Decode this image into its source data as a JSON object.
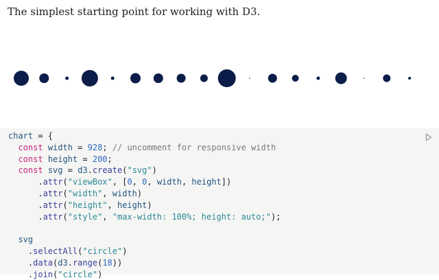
{
  "intro": "The simplest starting point for working with D3.",
  "dots": {
    "count": 18,
    "color": "#0b1d48",
    "radii": [
      11,
      7,
      2.5,
      12,
      2.5,
      7.5,
      7,
      6.5,
      5.5,
      13,
      0.8,
      6.5,
      5,
      2.5,
      8.5,
      0.8,
      5.5,
      2
    ]
  },
  "code": {
    "run_icon": "play-icon",
    "lines": [
      [
        {
          "t": "chart",
          "c": "var"
        },
        {
          "t": " = {",
          "c": ""
        }
      ],
      [
        {
          "t": "  ",
          "c": ""
        },
        {
          "t": "const",
          "c": "kw"
        },
        {
          "t": " ",
          "c": ""
        },
        {
          "t": "width",
          "c": "var"
        },
        {
          "t": " = ",
          "c": ""
        },
        {
          "t": "928",
          "c": "num"
        },
        {
          "t": "; ",
          "c": ""
        },
        {
          "t": "// uncomment for responsive width",
          "c": "cm"
        }
      ],
      [
        {
          "t": "  ",
          "c": ""
        },
        {
          "t": "const",
          "c": "kw"
        },
        {
          "t": " ",
          "c": ""
        },
        {
          "t": "height",
          "c": "var"
        },
        {
          "t": " = ",
          "c": ""
        },
        {
          "t": "200",
          "c": "num"
        },
        {
          "t": ";",
          "c": ""
        }
      ],
      [
        {
          "t": "  ",
          "c": ""
        },
        {
          "t": "const",
          "c": "kw"
        },
        {
          "t": " ",
          "c": ""
        },
        {
          "t": "svg",
          "c": "var"
        },
        {
          "t": " = ",
          "c": ""
        },
        {
          "t": "d3",
          "c": "var"
        },
        {
          "t": ".",
          "c": ""
        },
        {
          "t": "create",
          "c": "fn"
        },
        {
          "t": "(",
          "c": ""
        },
        {
          "t": "\"svg\"",
          "c": "str"
        },
        {
          "t": ")",
          "c": ""
        }
      ],
      [
        {
          "t": "      .",
          "c": ""
        },
        {
          "t": "attr",
          "c": "fn"
        },
        {
          "t": "(",
          "c": ""
        },
        {
          "t": "\"viewBox\"",
          "c": "str"
        },
        {
          "t": ", [",
          "c": ""
        },
        {
          "t": "0",
          "c": "num"
        },
        {
          "t": ", ",
          "c": ""
        },
        {
          "t": "0",
          "c": "num"
        },
        {
          "t": ", ",
          "c": ""
        },
        {
          "t": "width",
          "c": "var"
        },
        {
          "t": ", ",
          "c": ""
        },
        {
          "t": "height",
          "c": "var"
        },
        {
          "t": "])",
          "c": ""
        }
      ],
      [
        {
          "t": "      .",
          "c": ""
        },
        {
          "t": "attr",
          "c": "fn"
        },
        {
          "t": "(",
          "c": ""
        },
        {
          "t": "\"width\"",
          "c": "str"
        },
        {
          "t": ", ",
          "c": ""
        },
        {
          "t": "width",
          "c": "var"
        },
        {
          "t": ")",
          "c": ""
        }
      ],
      [
        {
          "t": "      .",
          "c": ""
        },
        {
          "t": "attr",
          "c": "fn"
        },
        {
          "t": "(",
          "c": ""
        },
        {
          "t": "\"height\"",
          "c": "str"
        },
        {
          "t": ", ",
          "c": ""
        },
        {
          "t": "height",
          "c": "var"
        },
        {
          "t": ")",
          "c": ""
        }
      ],
      [
        {
          "t": "      .",
          "c": ""
        },
        {
          "t": "attr",
          "c": "fn"
        },
        {
          "t": "(",
          "c": ""
        },
        {
          "t": "\"style\"",
          "c": "str"
        },
        {
          "t": ", ",
          "c": ""
        },
        {
          "t": "\"max-width: 100%; height: auto;\"",
          "c": "str"
        },
        {
          "t": ");",
          "c": ""
        }
      ],
      [],
      [
        {
          "t": "  ",
          "c": ""
        },
        {
          "t": "svg",
          "c": "var"
        }
      ],
      [
        {
          "t": "    .",
          "c": ""
        },
        {
          "t": "selectAll",
          "c": "fn"
        },
        {
          "t": "(",
          "c": ""
        },
        {
          "t": "\"circle\"",
          "c": "str"
        },
        {
          "t": ")",
          "c": ""
        }
      ],
      [
        {
          "t": "    .",
          "c": ""
        },
        {
          "t": "data",
          "c": "fn"
        },
        {
          "t": "(",
          "c": ""
        },
        {
          "t": "d3",
          "c": "var"
        },
        {
          "t": ".",
          "c": ""
        },
        {
          "t": "range",
          "c": "fn"
        },
        {
          "t": "(",
          "c": ""
        },
        {
          "t": "18",
          "c": "num"
        },
        {
          "t": "))",
          "c": ""
        }
      ],
      [
        {
          "t": "    .",
          "c": ""
        },
        {
          "t": "join",
          "c": "fn"
        },
        {
          "t": "(",
          "c": ""
        },
        {
          "t": "\"circle\"",
          "c": "str"
        },
        {
          "t": ")",
          "c": ""
        }
      ]
    ]
  }
}
